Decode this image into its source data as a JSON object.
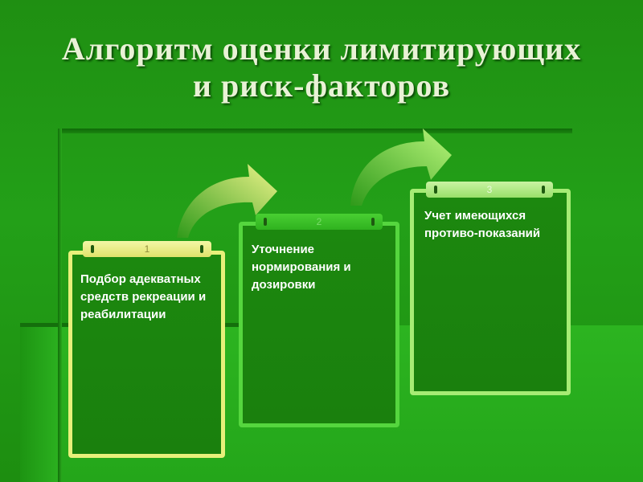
{
  "slide": {
    "title_line1": "Алгоритм оценки лимитирующих",
    "title_line2": "и риск-факторов",
    "steps": [
      {
        "number": "1",
        "text": "Подбор адекватных средств рекреации и реабилитации"
      },
      {
        "number": "2",
        "text": "Уточнение нормирования и дозировки"
      },
      {
        "number": "3",
        "text": "Учет имеющихся противо-показаний"
      }
    ]
  },
  "colors": {
    "background": "#23a018",
    "card1_border": "#e7f07a",
    "card2_border": "#55d63e",
    "card3_border": "#a6ec74",
    "title": "#e9f2d6"
  }
}
